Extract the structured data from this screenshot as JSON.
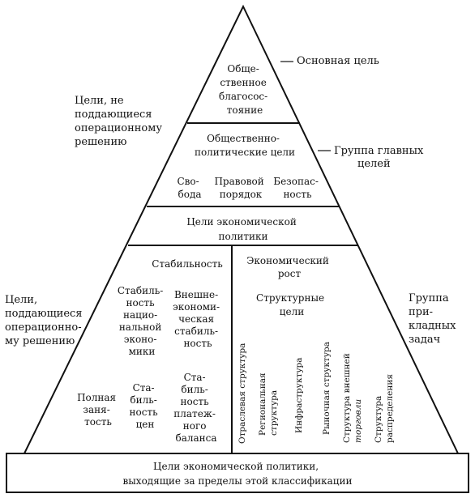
{
  "pyramid": {
    "apex": {
      "lines": [
        "Обще-",
        "ственное",
        "благосос-",
        "тояние"
      ]
    },
    "political": {
      "title_lines": [
        "Общественно-",
        "политические цели"
      ],
      "items": [
        {
          "lines": [
            "Сво-",
            "бода"
          ]
        },
        {
          "lines": [
            "Правовой",
            "порядок"
          ]
        },
        {
          "lines": [
            "Безопас-",
            "ность"
          ]
        }
      ]
    },
    "economic_policy": {
      "lines": [
        "Цели экономической",
        "политики"
      ]
    },
    "stability": {
      "title": "Стабильность",
      "national": {
        "lines": [
          "Стабиль-",
          "ность",
          "нацио-",
          "нальной",
          "эконо-",
          "мики"
        ]
      },
      "external": {
        "lines": [
          "Внешне-",
          "экономи-",
          "ческая",
          "стабиль-",
          "ность"
        ]
      },
      "employment": {
        "lines": [
          "Полная",
          "заня-",
          "тость"
        ]
      },
      "prices": {
        "lines": [
          "Ста-",
          "биль-",
          "ность",
          "цен"
        ]
      },
      "payments": {
        "lines": [
          "Ста-",
          "биль-",
          "ность",
          "платеж-",
          "ного",
          "баланса"
        ]
      }
    },
    "growth": {
      "title_lines": [
        "Экономический",
        "рост"
      ],
      "structural_lines": [
        "Структурные",
        "цели"
      ],
      "vertical_items": [
        {
          "lines": [
            "Отраслевая структура"
          ]
        },
        {
          "lines": [
            "Региональная",
            "структура"
          ]
        },
        {
          "lines": [
            "Инфраструктура"
          ]
        },
        {
          "lines": [
            "Рыночная структура"
          ]
        },
        {
          "lines": [
            "Структура внешней",
            "торговли"
          ]
        },
        {
          "lines": [
            "Структура",
            "распределения"
          ]
        }
      ]
    },
    "base": {
      "lines": [
        "Цели экономической политики,",
        "выходящие за пределы этой классификации"
      ]
    }
  },
  "side_labels": {
    "main_goal": {
      "lines": [
        "Основная цель"
      ]
    },
    "main_group": {
      "lines": [
        "Группа главных",
        "целей"
      ]
    },
    "non_operational": {
      "lines": [
        "Цели, не",
        "поддающиеся",
        "операционному",
        "решению"
      ]
    },
    "operational": {
      "lines": [
        "Цели,",
        "поддающиеся",
        "операционно-",
        "му решению"
      ]
    },
    "applied_group": {
      "lines": [
        "Группа",
        "при-",
        "кладных",
        "задач"
      ]
    }
  }
}
